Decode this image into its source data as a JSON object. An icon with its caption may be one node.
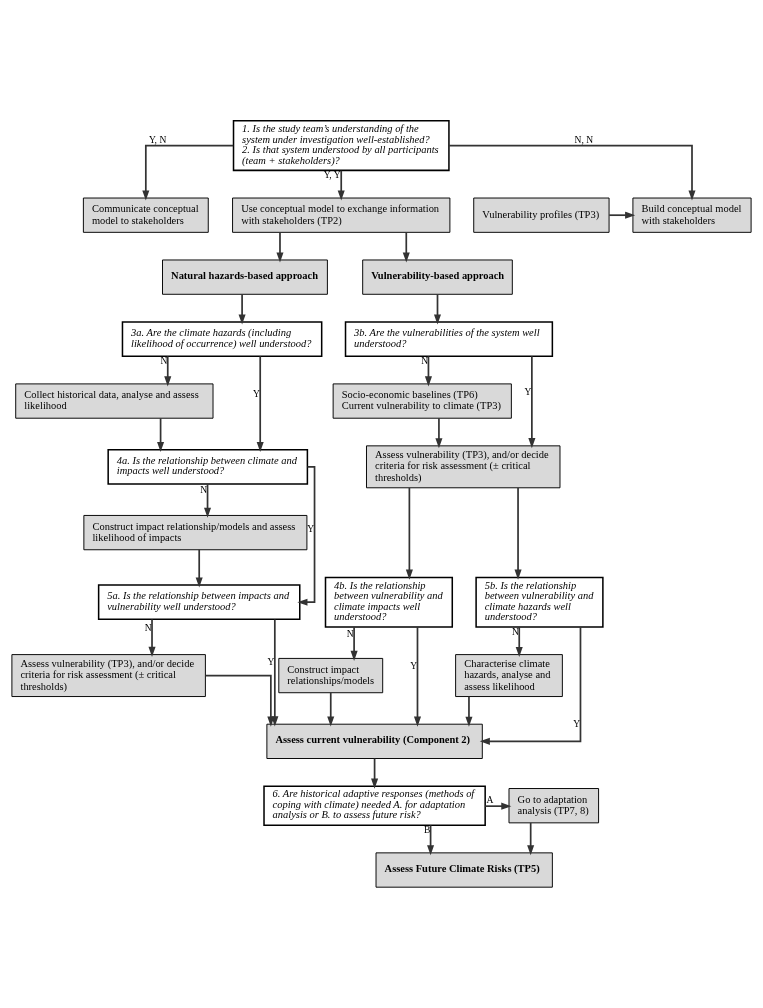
{
  "diagram": {
    "nodes": [
      {
        "text": [
          "1. Is the study team’s understanding of the system under investigation well-established?",
          "2. Is that system understood by all participants (team + stakeholders)?"
        ]
      },
      {
        "text": [
          "Communicate conceptual model to stakeholders"
        ]
      },
      {
        "text": [
          "Build conceptual model with stakeholders"
        ]
      },
      {
        "text": [
          "Vulnerability profiles (TP3)"
        ]
      },
      {
        "text": [
          "Use conceptual model to exchange information with stakeholders (TP2)"
        ]
      },
      {
        "text": [
          "Natural hazards-based approach"
        ]
      },
      {
        "text": [
          "Vulnerability-based approach"
        ]
      },
      {
        "text": [
          "3a. Are the climate hazards (including likelihood of occurrence) well understood?"
        ]
      },
      {
        "text": [
          "3b. Are the vulnerabilities of the system well understood?"
        ]
      },
      {
        "text": [
          "Collect historical data, analyse and assess likelihood"
        ]
      },
      {
        "text": [
          "Socio-economic baselines (TP6)",
          "Current vulnerability to climate (TP3)"
        ]
      },
      {
        "text": [
          "4a. Is the relationship between climate and impacts well understood?"
        ]
      },
      {
        "text": [
          "Assess vulnerability (TP3), and/or decide criteria for risk assessment (± critical thresholds)"
        ]
      },
      {
        "text": [
          "Construct impact relationship/models and assess likelihood of impacts"
        ]
      },
      {
        "text": [
          "4b. Is the relationship between vulnerability and climate impacts well understood?"
        ]
      },
      {
        "text": [
          "5b. Is the relationship between vulnerability and climate hazards well understood?"
        ]
      },
      {
        "text": [
          "5a. Is the relationship between impacts and vulnerability well understood?"
        ]
      },
      {
        "text": [
          "Construct impact relationships/models"
        ]
      },
      {
        "text": [
          "Characterise climate hazards, analyse and assess likelihood"
        ]
      },
      {
        "text": [
          "Assess vulnerability (TP3), and/or decide criteria for risk assessment (± critical thresholds)"
        ]
      },
      {
        "text": [
          "Assess current vulnerability (Component 2)"
        ]
      },
      {
        "text": [
          "6. Are historical adaptive responses (methods of coping with climate) needed A. for adaptation analysis or B. to assess future risk?"
        ]
      },
      {
        "text": [
          "Go to adaptation analysis (TP7, 8)"
        ]
      },
      {
        "text": [
          "Assess Future Climate Risks (TP5)"
        ]
      }
    ],
    "edges": [
      {
        "from": 0,
        "to": 4,
        "arrow": "to",
        "label": "Y, Y"
      },
      {
        "from": 0,
        "to": 1,
        "arrow": "to",
        "label": "Y, N"
      },
      {
        "from": 0,
        "to": 2,
        "arrow": "to",
        "label": "N, N"
      },
      {
        "from": 3,
        "to": 2,
        "arrow": "to"
      },
      {
        "from": 4,
        "to": 5,
        "arrow": "to"
      },
      {
        "from": 4,
        "to": 6,
        "arrow": "to"
      },
      {
        "from": 5,
        "to": 7,
        "arrow": "to"
      },
      {
        "from": 6,
        "to": 8,
        "arrow": "to"
      },
      {
        "from": 7,
        "to": 9,
        "arrow": "to",
        "label": "N"
      },
      {
        "from": 7,
        "to": 11,
        "arrow": "to",
        "label": "Y"
      },
      {
        "from": 8,
        "to": 10,
        "arrow": "to",
        "label": "N"
      },
      {
        "from": 8,
        "to": 12,
        "arrow": "to",
        "label": "Y"
      },
      {
        "from": 9,
        "to": 11,
        "arrow": "to"
      },
      {
        "from": 10,
        "to": 12,
        "arrow": "to"
      },
      {
        "from": 11,
        "to": 13,
        "arrow": "to",
        "label": "N"
      },
      {
        "from": 11,
        "to": 16,
        "arrow": "to",
        "label": "Y"
      },
      {
        "from": 12,
        "to": 14,
        "arrow": "to"
      },
      {
        "from": 12,
        "to": 15,
        "arrow": "to"
      },
      {
        "from": 13,
        "to": 16,
        "arrow": "to"
      },
      {
        "from": 14,
        "to": 17,
        "arrow": "to",
        "label": "N"
      },
      {
        "from": 15,
        "to": 18,
        "arrow": "to",
        "label": "N"
      },
      {
        "from": 14,
        "to": 20,
        "arrow": "to",
        "label": "Y"
      },
      {
        "from": 15,
        "to": 20,
        "arrow": "to",
        "label": "Y"
      },
      {
        "from": 16,
        "to": 19,
        "arrow": "to",
        "label": "N"
      },
      {
        "from": 16,
        "to": 20,
        "arrow": "to",
        "label": "Y"
      },
      {
        "from": 17,
        "to": 20,
        "arrow": "to"
      },
      {
        "from": 18,
        "to": 20,
        "arrow": "to"
      },
      {
        "from": 19,
        "to": 20,
        "arrow": "to"
      },
      {
        "from": 20,
        "to": 21,
        "arrow": "to"
      },
      {
        "from": 21,
        "to": 22,
        "arrow": "to",
        "label": "A"
      },
      {
        "from": 21,
        "to": 23,
        "arrow": "to",
        "label": "B"
      },
      {
        "from": 22,
        "to": 23,
        "arrow": "to"
      }
    ]
  }
}
